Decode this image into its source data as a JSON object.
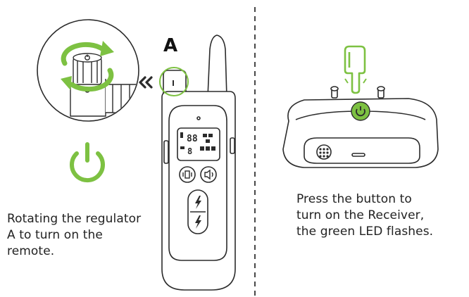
{
  "labels": {
    "regulator": "A"
  },
  "captions": {
    "left": "Rotating the regulator\nA to turn on the\nremote.",
    "right": "Press the button to\nturn on the Receiver,\nthe green LED flashes."
  },
  "remote_display": {
    "line1": "88",
    "line2": "8"
  },
  "colors": {
    "accent_green": "#7dc142",
    "outline": "#2b2b2b",
    "divider": "#333333"
  },
  "icons": [
    "rotate-arrows-icon",
    "power-icon",
    "double-chevron-left-icon",
    "pointing-hand-icon",
    "lightning-icon",
    "vibrate-icon",
    "sound-icon"
  ]
}
